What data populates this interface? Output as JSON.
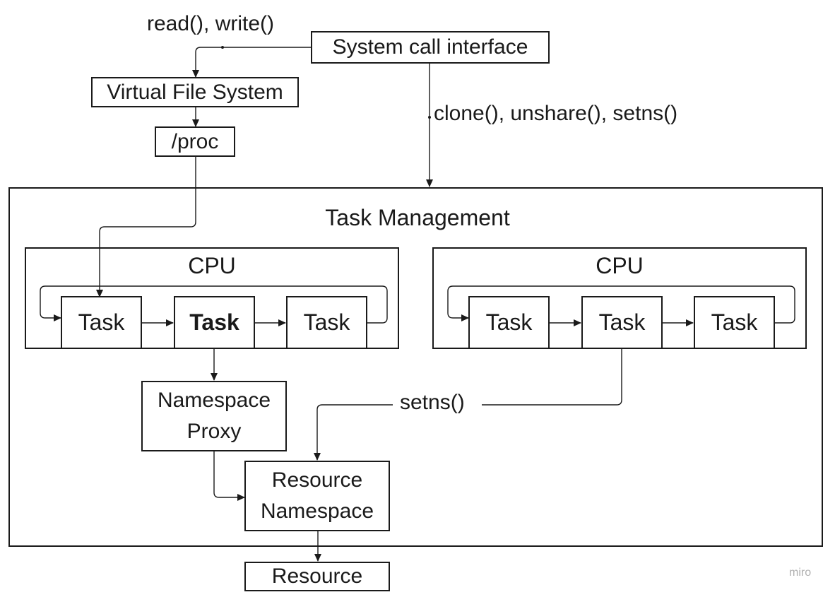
{
  "labels": {
    "read_write": "read(), write()",
    "clone_unshare_setns": "clone(), unshare(), setns()",
    "task_management": "Task Management",
    "setns": "setns()"
  },
  "boxes": {
    "syscall": "System call interface",
    "vfs": "Virtual File System",
    "proc": "/proc",
    "resource": "Resource"
  },
  "cpus": [
    {
      "title": "CPU",
      "tasks": [
        "Task",
        "Task",
        "Task"
      ]
    },
    {
      "title": "CPU",
      "tasks": [
        "Task",
        "Task",
        "Task"
      ]
    }
  ],
  "namespace_proxy": {
    "line1": "Namespace",
    "line2": "Proxy"
  },
  "resource_namespace": {
    "line1": "Resource",
    "line2": "Namespace"
  },
  "watermark": "miro",
  "colors": {
    "stroke": "#1a1a1a",
    "watermark": "#b0b0b0"
  }
}
